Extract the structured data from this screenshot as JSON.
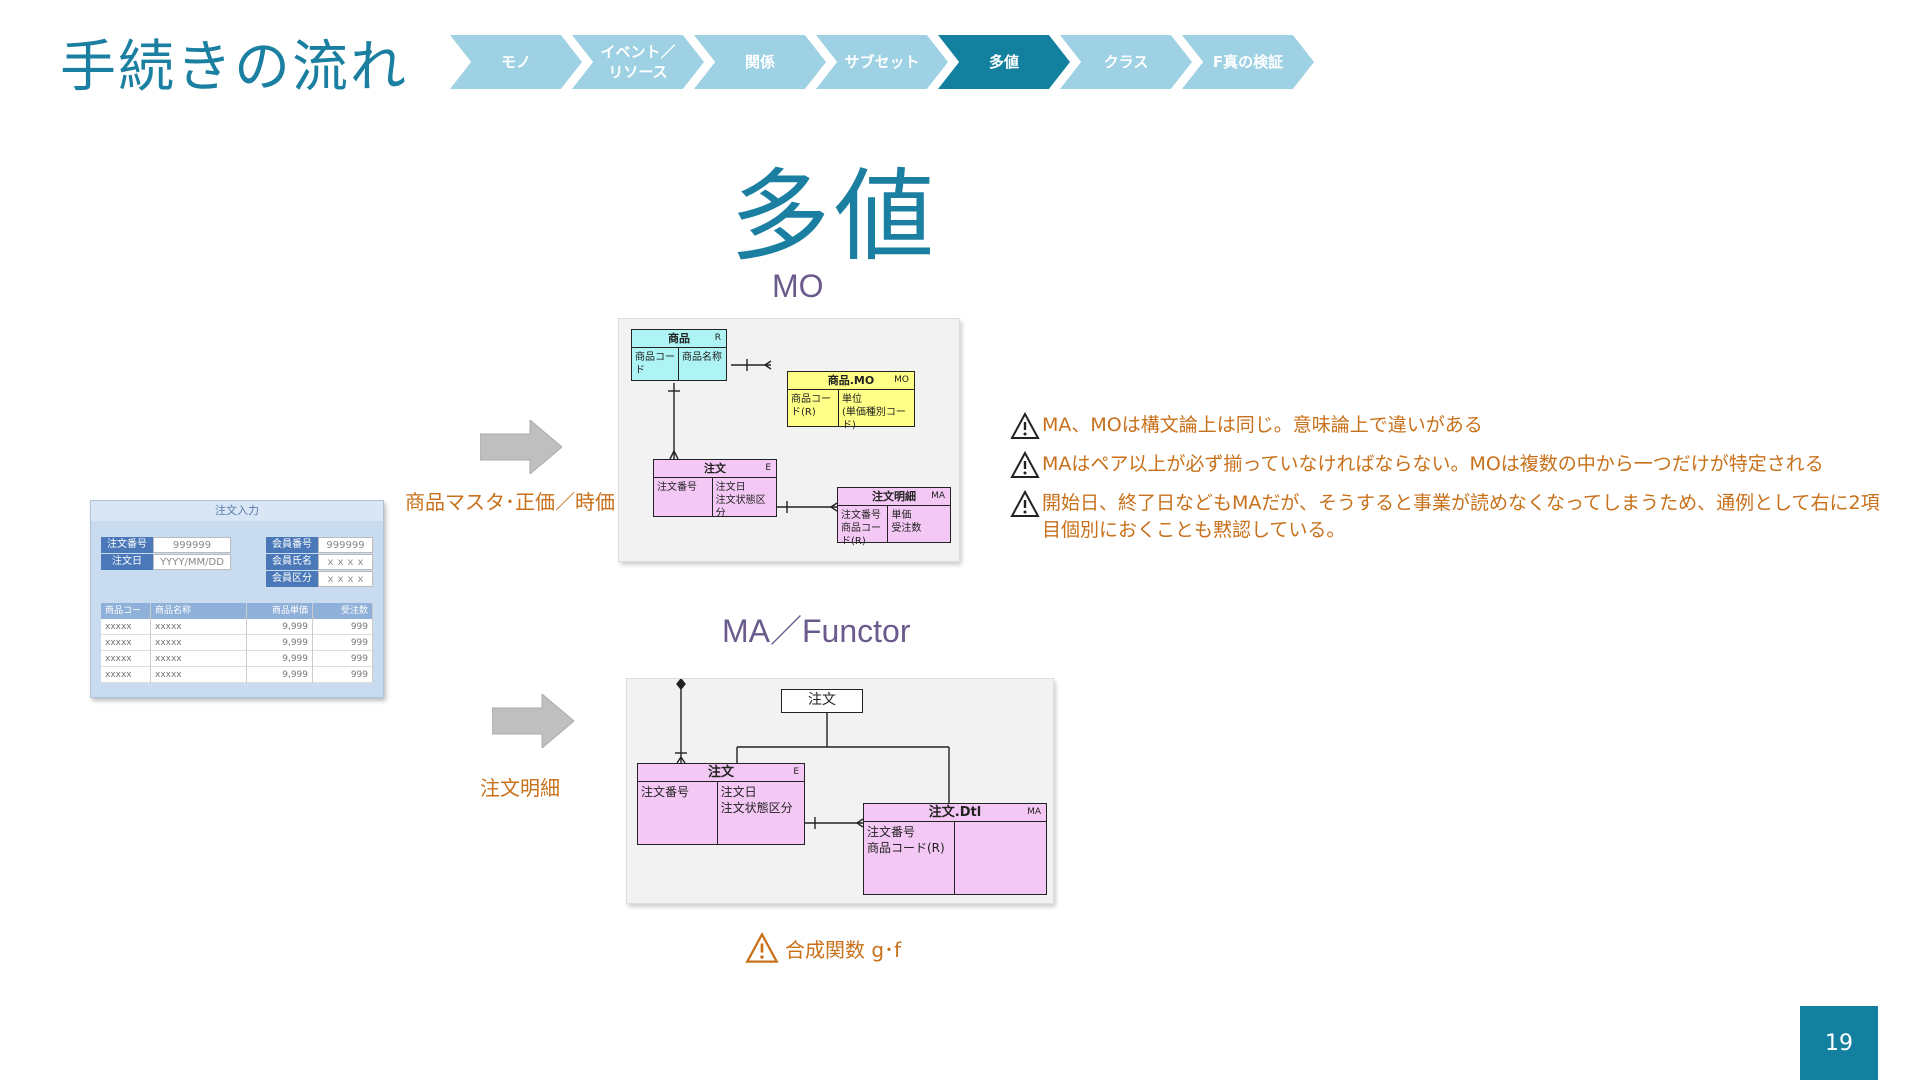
{
  "header": {
    "title": "手続きの流れ",
    "steps": [
      "モノ",
      "イベント／\nリソース",
      "関係",
      "サブセット",
      "多値",
      "クラス",
      "F真の検証"
    ],
    "active_step": 4
  },
  "section_title": "多値",
  "mo": {
    "label": "MO",
    "arrow_label": "商品マスタ･正価／時価",
    "entities": {
      "product": {
        "name": "商品",
        "tag": "R",
        "key": "商品コード",
        "attrs": "商品名称"
      },
      "product_mo": {
        "name": "商品.MO",
        "tag": "MO",
        "key": "商品コード(R)",
        "attrs": "単位\n(単価種別コード)"
      },
      "order": {
        "name": "注文",
        "tag": "E",
        "key": "注文番号",
        "attrs": "注文日\n注文状態区分"
      },
      "order_detail": {
        "name": "注文明細",
        "tag": "MA",
        "key": "注文番号\n商品コード(R)",
        "attrs": "単価\n受注数"
      }
    }
  },
  "ma": {
    "label": "MA／Functor",
    "arrow_label": "注文明細",
    "entities": {
      "order_plain": {
        "name": "注文"
      },
      "order": {
        "name": "注文",
        "tag": "E",
        "key": "注文番号",
        "attrs": "注文日\n注文状態区分"
      },
      "order_dtl": {
        "name": "注文.Dtl",
        "tag": "MA",
        "key": "注文番号\n商品コード(R)",
        "attrs": ""
      }
    },
    "footnote": "合成関数 g･f"
  },
  "form": {
    "title": "注文入力",
    "fields": [
      {
        "label": "注文番号",
        "value": "999999"
      },
      {
        "label": "注文日",
        "value": "YYYY/MM/DD"
      },
      {
        "label": "会員番号",
        "value": "999999"
      },
      {
        "label": "会員氏名",
        "value": "ｘｘｘｘ"
      },
      {
        "label": "会員区分",
        "value": "ｘｘｘｘ"
      }
    ],
    "columns": [
      "商品コード",
      "商品名称",
      "商品単価",
      "受注数"
    ],
    "rows": [
      [
        "xxxxx",
        "xxxxx",
        "9,999",
        "999"
      ],
      [
        "xxxxx",
        "xxxxx",
        "9,999",
        "999"
      ],
      [
        "xxxxx",
        "xxxxx",
        "9,999",
        "999"
      ],
      [
        "xxxxx",
        "xxxxx",
        "9,999",
        "999"
      ]
    ]
  },
  "notes": [
    "MA、MOは構文論上は同じ。意味論上で違いがある",
    "MAはペア以上が必ず揃っていなければならない。MOは複数の中から一つだけが特定される",
    "開始日、終了日などもMAだが、そうすると事業が読めなくなってしまうため、通例として右に2項目個別におくことも黙認している。"
  ],
  "colors": {
    "accent": "#14809f",
    "accent_light": "#9dd1e3",
    "note": "#c8701a",
    "label": "#6b5b8c"
  },
  "page_number": "19"
}
